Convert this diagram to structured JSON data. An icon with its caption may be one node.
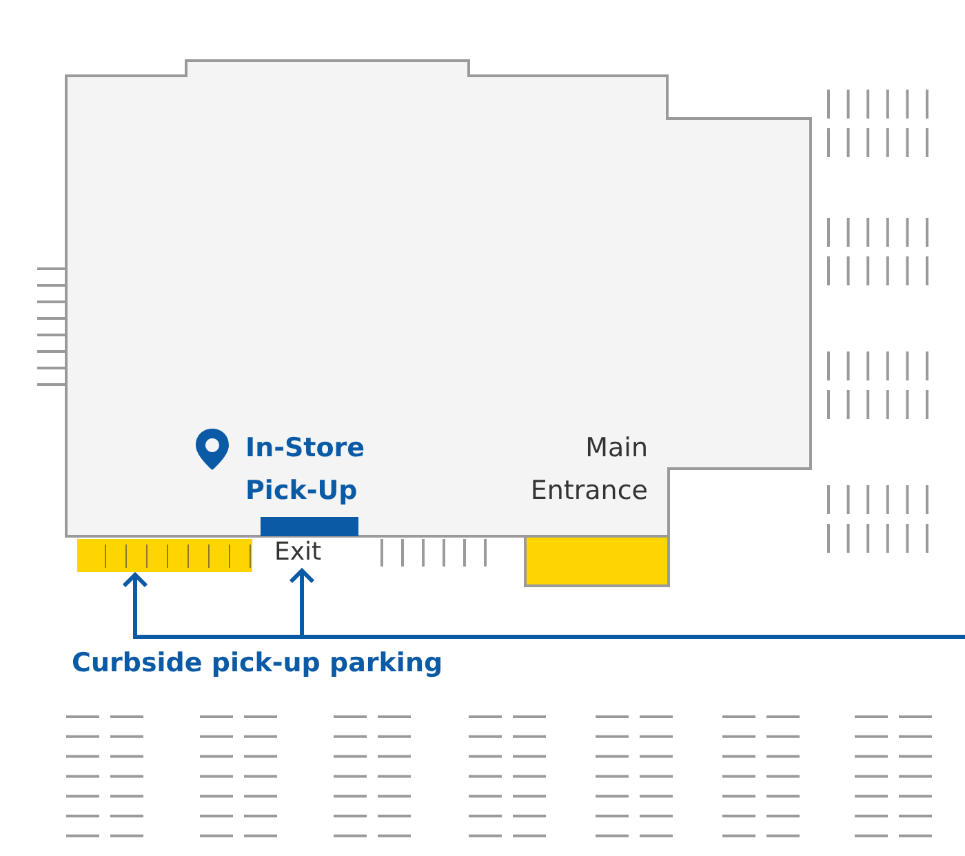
{
  "diagram": {
    "nodes": [
      {
        "text": [],
        "shape": "box"
      },
      {
        "text": [
          "Exit"
        ]
      }
    ],
    "edges": [
      {
        "from": null,
        "to": 0,
        "arrow": "to"
      },
      {
        "from": null,
        "to": 1,
        "arrow": "to"
      }
    ],
    "labels": [
      "In-Store Pick-Up",
      "Main Entrance",
      "Curbside pick-up parking"
    ]
  }
}
